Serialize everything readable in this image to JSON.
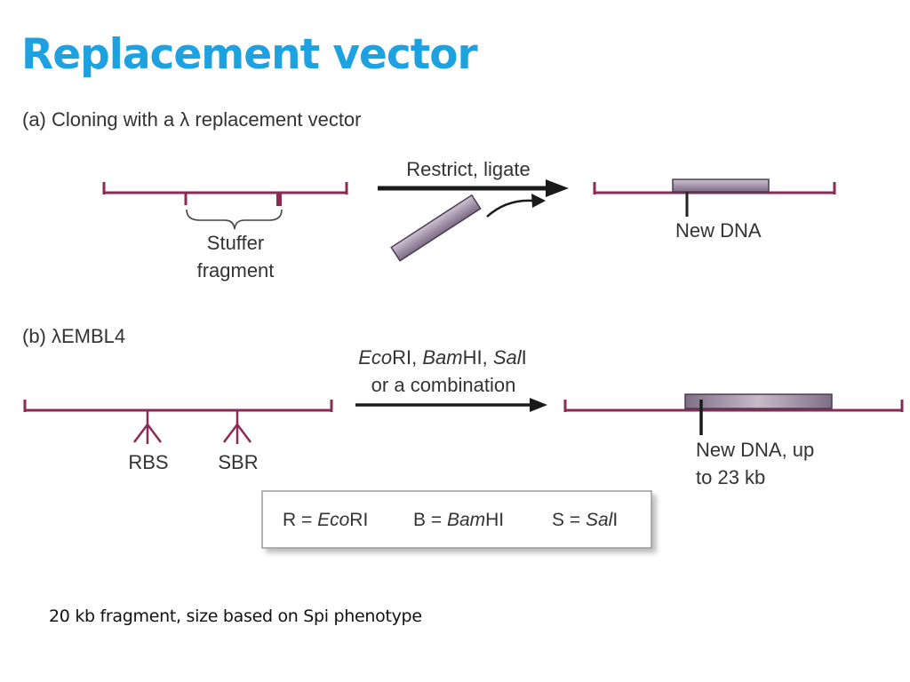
{
  "slide": {
    "title": "Replacement vector",
    "caption": "20 kb fragment, size based on Spi phenotype"
  },
  "panel_a": {
    "heading": "(a) Cloning with a λ replacement vector",
    "arrow_label": "Restrict, ligate",
    "stuffer_label_line1": "Stuffer",
    "stuffer_label_line2": "fragment",
    "new_dna_label": "New DNA"
  },
  "panel_b": {
    "heading": "(b) λEMBL4",
    "arrow_label_line1": {
      "eco": "Eco",
      "ri": "RI, ",
      "bam": "Bam",
      "hi": "HI, ",
      "sal": "Sal",
      "i": "I"
    },
    "arrow_label_line2": "or a combination",
    "site_1": "RBS",
    "site_2": "SBR",
    "new_dna_label_line1": "New DNA, up",
    "new_dna_label_line2": "to 23 kb"
  },
  "legend": {
    "r_prefix": "R = ",
    "r_italic": "Eco",
    "r_suffix": "RI",
    "b_prefix": "B = ",
    "b_italic": "Bam",
    "b_suffix": "HI",
    "s_prefix": "S = ",
    "s_italic": "Sal",
    "s_suffix": "I"
  },
  "colors": {
    "title": "#1da1e0",
    "vector_line": "#8b2a55",
    "insert_fill": "#a89aae",
    "arrow": "#1a1a1a"
  }
}
